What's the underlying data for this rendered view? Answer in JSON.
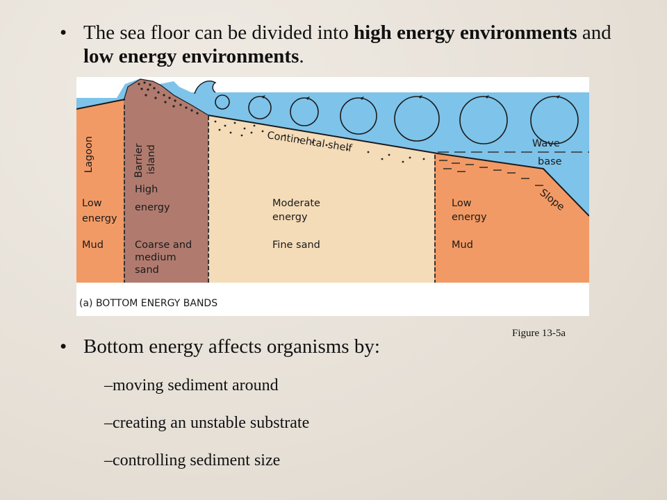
{
  "bullet1": {
    "pre": "The sea floor can be divided into ",
    "strong1": "high energy environments",
    "mid": " and ",
    "strong2": "low energy environments",
    "post": "."
  },
  "diagram": {
    "labels": {
      "lagoon": "Lagoon",
      "barrier1": "Barrier",
      "barrier2": "island",
      "high1": "High",
      "high2": "energy",
      "coarse1": "Coarse and",
      "coarse2": "medium",
      "coarse3": "sand",
      "low_l1": "Low",
      "low_l2": "energy",
      "mud_l": "Mud",
      "shelf": "Continehtal shelf",
      "mod1": "Moderate",
      "mod2": "energy",
      "fine": "Fine sand",
      "wave1": "Wave",
      "wave2": "base",
      "low_r1": "Low",
      "low_r2": "energy",
      "mud_r": "Mud",
      "slope": "Slope",
      "caption": "(a) BOTTOM ENERGY BANDS"
    },
    "colors": {
      "water": "#7ec3ea",
      "mud": "#f29a65",
      "barrier": "#b07b6e",
      "sand": "#f4dcb8"
    }
  },
  "figure_caption": "Figure 13-5a",
  "bullet2": "Bottom energy affects organisms by:",
  "subs": [
    "–moving sediment around",
    "–creating an unstable substrate",
    "–controlling sediment size"
  ]
}
